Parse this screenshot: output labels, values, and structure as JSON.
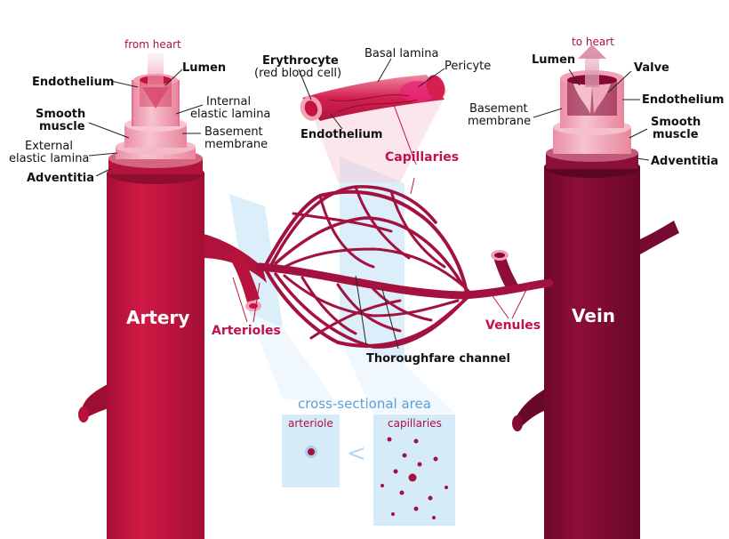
{
  "colors": {
    "artery": "#c3133e",
    "artery_dark": "#8f0d2f",
    "vein": "#820a34",
    "vein_dark": "#5a0625",
    "capillary": "#a3123e",
    "pink_layer": "#f2a2b4",
    "light_pink": "#f8c6d2",
    "blue_panel": "#d6ebf8",
    "label_red": "#c0134a",
    "label_blue": "#5aa0d8"
  },
  "flow": {
    "from_heart": "from heart",
    "to_heart": "to heart"
  },
  "artery_labels": {
    "lumen": "Lumen",
    "endothelium": "Endothelium",
    "smooth_muscle_1": "Smooth",
    "smooth_muscle_2": "muscle",
    "internal_elastic_1": "Internal",
    "internal_elastic_2": "elastic lamina",
    "basement_1": "Basement",
    "basement_2": "membrane",
    "external_elastic_1": "External",
    "external_elastic_2": "elastic lamina",
    "adventitia": "Adventitia",
    "name": "Artery"
  },
  "capillary_labels": {
    "erythrocyte_1": "Erythrocyte",
    "erythrocyte_2": "(red blood cell)",
    "basal_lamina": "Basal lamina",
    "pericyte": "Pericyte",
    "endothelium": "Endothelium",
    "capillaries": "Capillaries",
    "arterioles": "Arterioles",
    "venules": "Venules",
    "thoroughfare": "Thoroughfare channel"
  },
  "vein_labels": {
    "lumen": "Lumen",
    "valve": "Valve",
    "endothelium": "Endothelium",
    "basement_1": "Basement",
    "basement_2": "membrane",
    "smooth_muscle_1": "Smooth",
    "smooth_muscle_2": "muscle",
    "adventitia": "Adventitia",
    "name": "Vein"
  },
  "cross_section": {
    "title": "cross-sectional area",
    "arteriole": "arteriole",
    "capillaries": "capillaries",
    "comparator": "<"
  }
}
